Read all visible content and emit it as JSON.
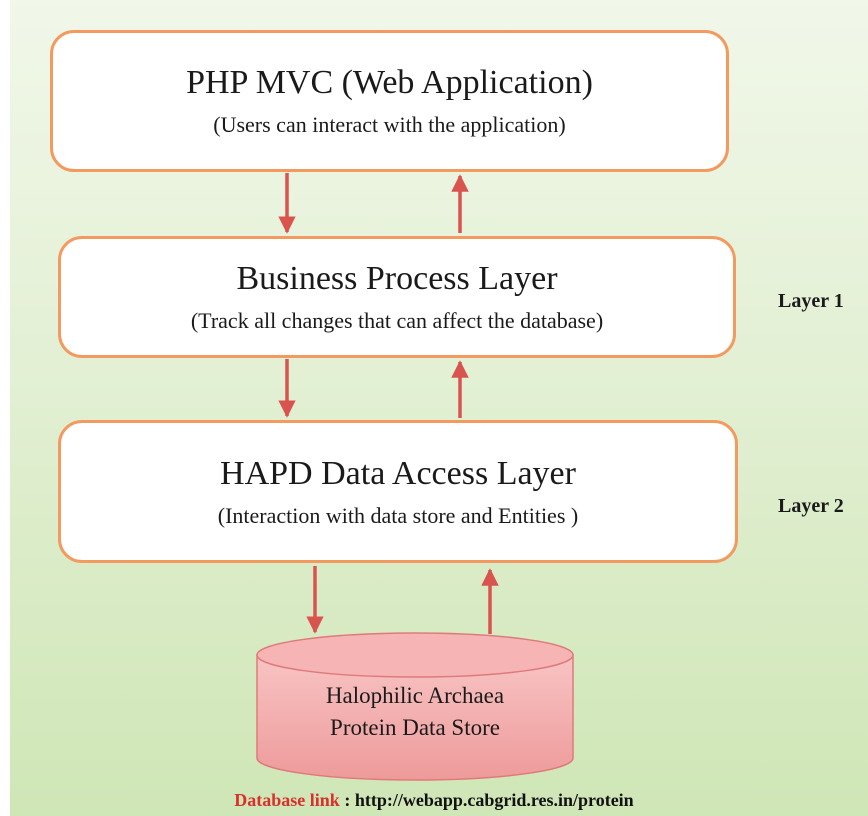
{
  "layers": {
    "mvc": {
      "title": "PHP MVC (Web Application)",
      "subtitle": "(Users can interact with the application)"
    },
    "business": {
      "title": "Business Process Layer",
      "subtitle": "(Track all changes that can affect the database)"
    },
    "data_access": {
      "title": "HAPD Data Access Layer",
      "subtitle": "(Interaction with data store and Entities )"
    }
  },
  "side_labels": {
    "layer1": "Layer 1",
    "layer2": "Layer 2"
  },
  "data_store": {
    "line1": "Halophilic Archaea",
    "line2": "Protein Data Store"
  },
  "footer": {
    "link_label": "Database link",
    "separator": " : ",
    "url": "http://webapp.cabgrid.res.in/protein"
  },
  "colors": {
    "box_border": "#f29a5f",
    "arrow": "#d9534f",
    "cylinder_fill": "#f2a6a6",
    "link_label": "#d9302c"
  }
}
